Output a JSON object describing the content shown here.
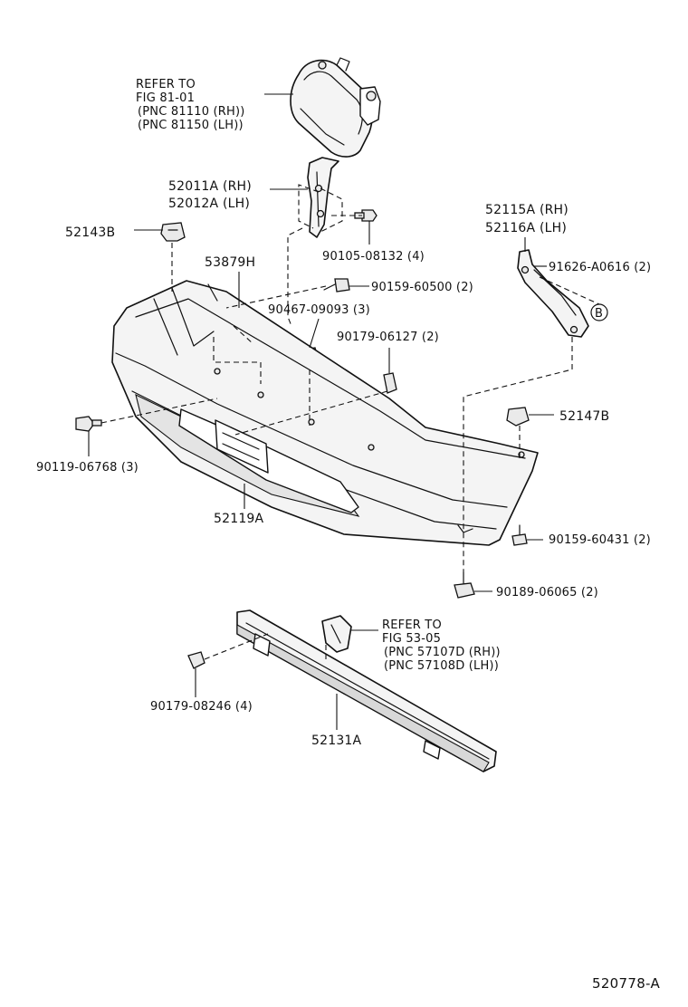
{
  "diagram_id": "520778-A",
  "callouts": {
    "refer_81": [
      "REFER TO",
      "FIG 81-01",
      "(PNC 81110 (RH))",
      "(PNC 81150 (LH))"
    ],
    "p52011": [
      "52011A (RH)",
      "52012A (LH)"
    ],
    "p52143": "52143B",
    "p53879": "53879H",
    "p90105": "90105-08132 (4)",
    "p90159a": "90159-60500 (2)",
    "p90467": "90467-09093 (3)",
    "p90179a": "90179-06127 (2)",
    "p52115": [
      "52115A (RH)",
      "52116A (LH)"
    ],
    "p91626": "91626-A0616 (2)",
    "mark_b": "B",
    "p52147": "52147B",
    "p90119": "90119-06768 (3)",
    "p52119": "52119A",
    "p90159b": "90159-60431 (2)",
    "p90189": "90189-06065 (2)",
    "refer_53": [
      "REFER TO",
      "FIG 53-05",
      "(PNC 57107D (RH))",
      "(PNC 57108D (LH))"
    ],
    "p90179b": "90179-08246 (4)",
    "p52131": "52131A"
  }
}
